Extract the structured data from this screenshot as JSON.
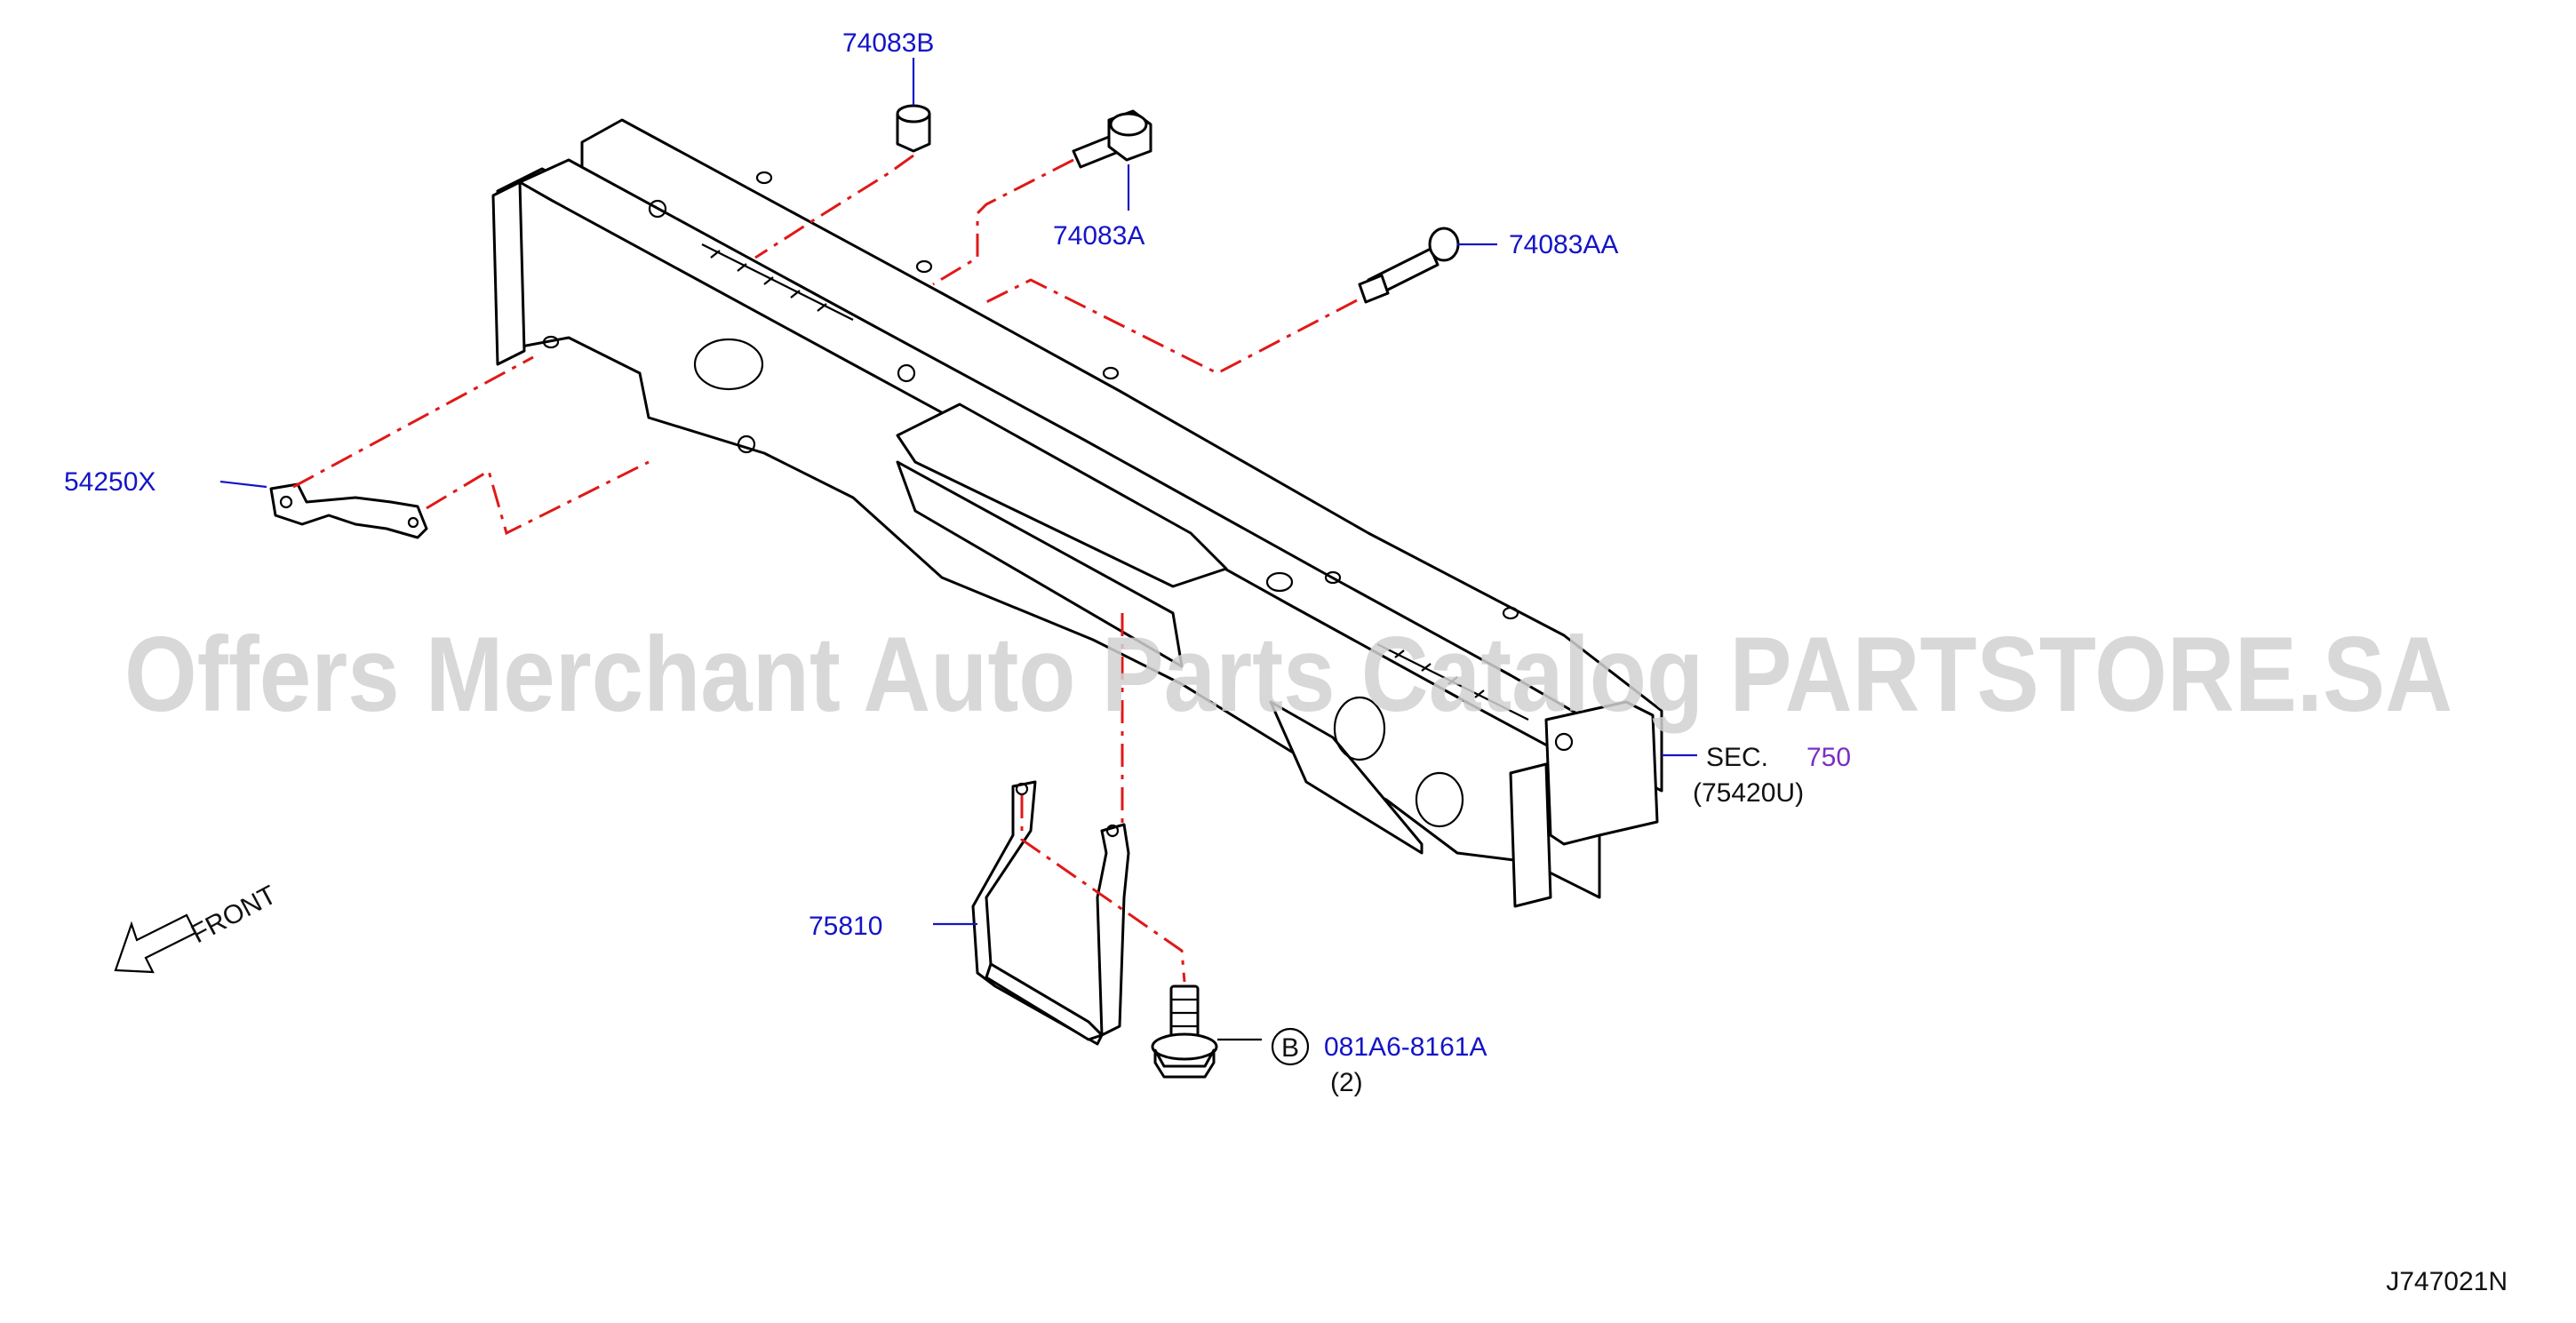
{
  "diagram_code": "J747021N",
  "watermark": "Offers Merchant Auto Parts Catalog PARTSTORE.SA",
  "front_arrow_label": "FRONT",
  "callouts": {
    "nut_74083B": "74083B",
    "bolt_74083A": "74083A",
    "bolt_74083AA": "74083AA",
    "bracket_54250X": "54250X",
    "sec_prefix": "SEC.",
    "sec_number": "750",
    "sec_sub": "(75420U)",
    "bracket_75810": "75810",
    "bolt_b_symbol": "B",
    "bolt_b_part": "081A6-8161A",
    "bolt_b_qty": "(2)"
  },
  "colors": {
    "label_blue": "#1414c8",
    "section_purple": "#7a2fc4",
    "dashline_red": "#e01818",
    "watermark_grey": "#d2d2d2"
  }
}
